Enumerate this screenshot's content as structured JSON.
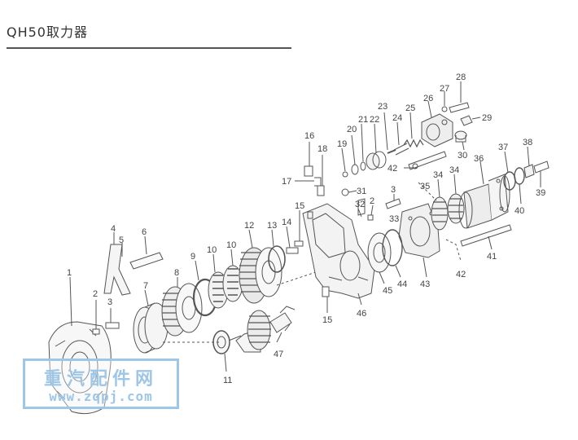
{
  "header": {
    "title": "QH50取力器"
  },
  "watermark": {
    "name_cn": "重汽配件网",
    "url": "www.zqpj.com"
  },
  "callouts": [
    "1",
    "2",
    "3",
    "4",
    "5",
    "6",
    "7",
    "8",
    "9",
    "10",
    "10",
    "11",
    "12",
    "13",
    "14",
    "15",
    "15",
    "16",
    "17",
    "18",
    "19",
    "20",
    "21",
    "22",
    "23",
    "24",
    "25",
    "26",
    "27",
    "28",
    "29",
    "30",
    "31",
    "32",
    "2",
    "3",
    "33",
    "34",
    "34",
    "35",
    "36",
    "37",
    "38",
    "39",
    "40",
    "41",
    "42",
    "42",
    "43",
    "44",
    "45",
    "46",
    "47"
  ],
  "colors": {
    "line": "#555555",
    "watermark": "#9ec6e6"
  }
}
